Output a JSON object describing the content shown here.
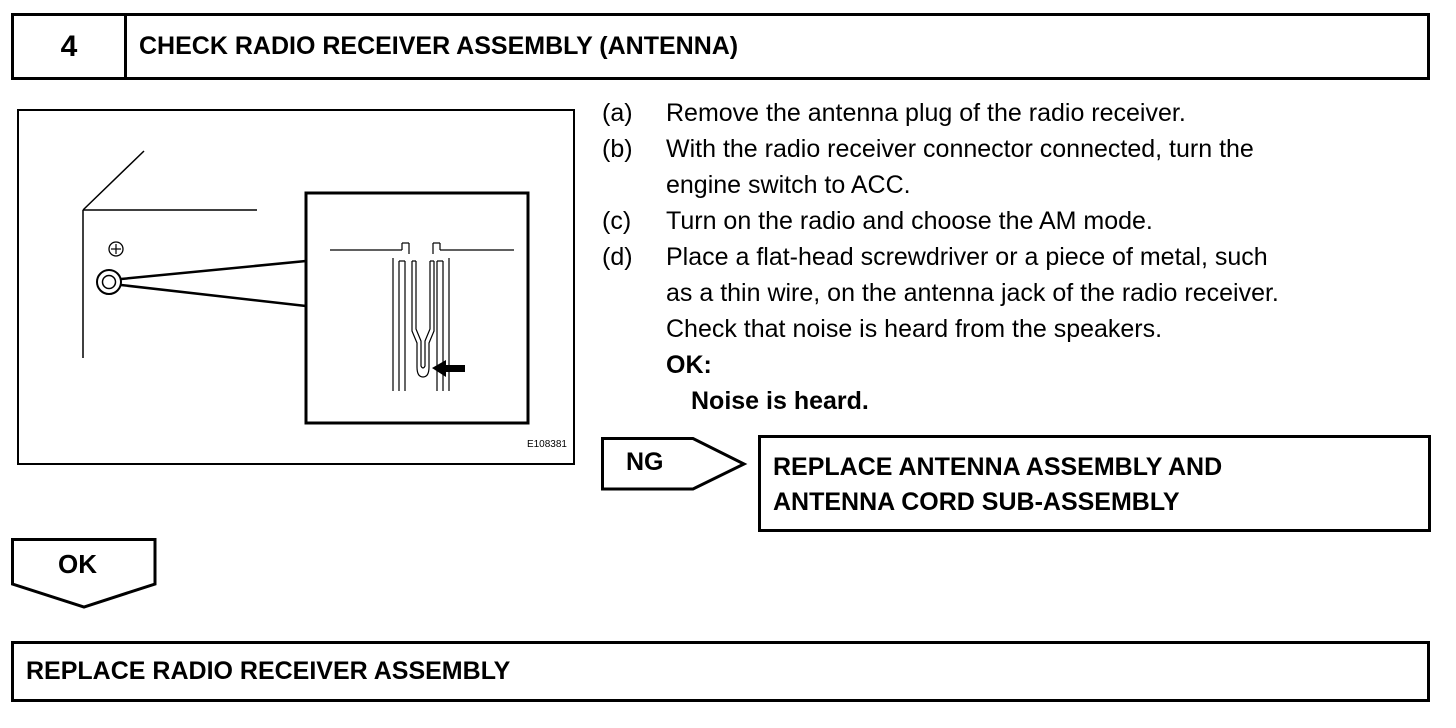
{
  "header": {
    "step_number": "4",
    "title": "CHECK RADIO RECEIVER ASSEMBLY (ANTENNA)"
  },
  "figure": {
    "id": "E108381",
    "icon": "antenna-jack-illustration"
  },
  "steps": [
    {
      "label": "(a)",
      "lines": [
        "Remove the antenna plug of the radio receiver."
      ]
    },
    {
      "label": "(b)",
      "lines": [
        "With the radio receiver connector connected, turn the",
        "engine switch to ACC."
      ]
    },
    {
      "label": "(c)",
      "lines": [
        "Turn on the radio and choose the AM mode."
      ]
    },
    {
      "label": "(d)",
      "lines": [
        "Place a flat-head screwdriver or a piece of metal, such",
        "as a thin wire, on the antenna jack of the radio receiver.",
        "Check that noise is heard from the speakers."
      ]
    }
  ],
  "ok_criteria": {
    "label": "OK:",
    "value": "Noise is heard."
  },
  "ng_branch": {
    "label": "NG",
    "action_line1": "REPLACE ANTENNA ASSEMBLY AND",
    "action_line2": "ANTENNA CORD SUB-ASSEMBLY"
  },
  "ok_branch": {
    "label": "OK"
  },
  "final_action": "REPLACE RADIO RECEIVER ASSEMBLY"
}
